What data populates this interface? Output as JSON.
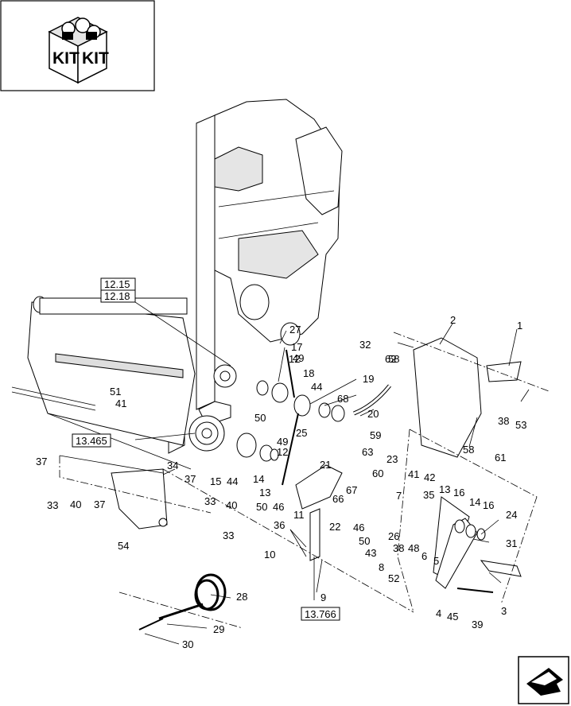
{
  "kit_badge": {
    "left": "KIT",
    "right": "KIT"
  },
  "callouts": [
    "1",
    "2",
    "3",
    "4",
    "5",
    "6",
    "7",
    "8",
    "9",
    "10",
    "11",
    "12",
    "12",
    "13",
    "13",
    "14",
    "14",
    "15",
    "16",
    "16",
    "17",
    "18",
    "19",
    "20",
    "21",
    "22",
    "23",
    "24",
    "25",
    "26",
    "27",
    "28",
    "29",
    "30",
    "31",
    "32",
    "33",
    "33",
    "33",
    "34",
    "35",
    "36",
    "37",
    "37",
    "37",
    "38",
    "38",
    "39",
    "40",
    "40",
    "41",
    "41",
    "42",
    "43",
    "44",
    "44",
    "45",
    "46",
    "46",
    "48",
    "49",
    "49",
    "50",
    "50",
    "50",
    "51",
    "52",
    "53",
    "54",
    "58",
    "58",
    "59",
    "60",
    "61",
    "62",
    "63",
    "66",
    "67",
    "68"
  ],
  "references": {
    "ref_12_15": "12.15",
    "ref_12_18": "12.18",
    "ref_13_465": "13.465",
    "ref_13_766": "13.766"
  },
  "nav_icon": "next-page-arrow-icon"
}
